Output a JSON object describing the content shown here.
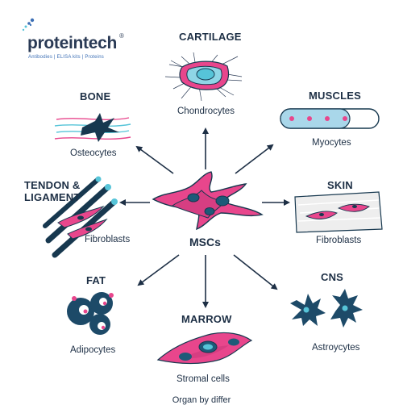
{
  "logo": {
    "wordmark": "proteintech",
    "registered": "®",
    "tagline": "Antibodies | ELISA kits | Proteins"
  },
  "center": {
    "label": "MSCs"
  },
  "nodes": {
    "cartilage": {
      "title": "CARTILAGE",
      "caption": "Chondrocytes"
    },
    "bone": {
      "title": "BONE",
      "caption": "Osteocytes"
    },
    "muscles": {
      "title": "MUSCLES",
      "caption": "Myocytes"
    },
    "tendon": {
      "title_line1": "TENDON &",
      "title_line2": "LIGAMENT",
      "caption": "Fibroblasts"
    },
    "skin": {
      "title": "SKIN",
      "caption": "Fibroblasts"
    },
    "fat": {
      "title": "FAT",
      "caption": "Adipocytes"
    },
    "marrow": {
      "title": "MARROW",
      "caption": "Stromal cells"
    },
    "cns": {
      "title": "CNS",
      "caption": "Astroycytes"
    }
  },
  "bottom_text": "Organ by differ",
  "colors": {
    "navy": "#1d2f45",
    "pink": "#e8468c",
    "dark_teal": "#17384f",
    "cyan": "#56c4d8",
    "light_blue": "#a9d7ea",
    "brand_blue": "#3c6fb5"
  }
}
